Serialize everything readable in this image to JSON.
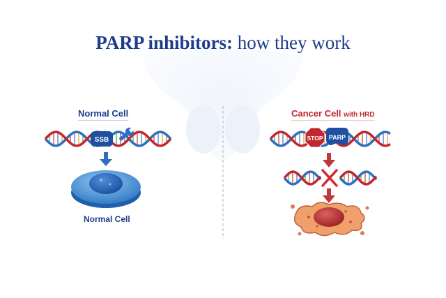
{
  "title": {
    "bold": "PARP inhibitors:",
    "regular": "how they work"
  },
  "left_panel": {
    "heading": "Normal Cell",
    "badge": "SSB",
    "footer": "Normal Cell"
  },
  "right_panel": {
    "heading_main": "Cancer Cell",
    "heading_small": "with HRD",
    "stop_sign": "STOP",
    "badge": "PARP"
  },
  "colors": {
    "navy": "#1d3c8c",
    "red": "#c1272d",
    "blue": "#2f6fc0"
  }
}
